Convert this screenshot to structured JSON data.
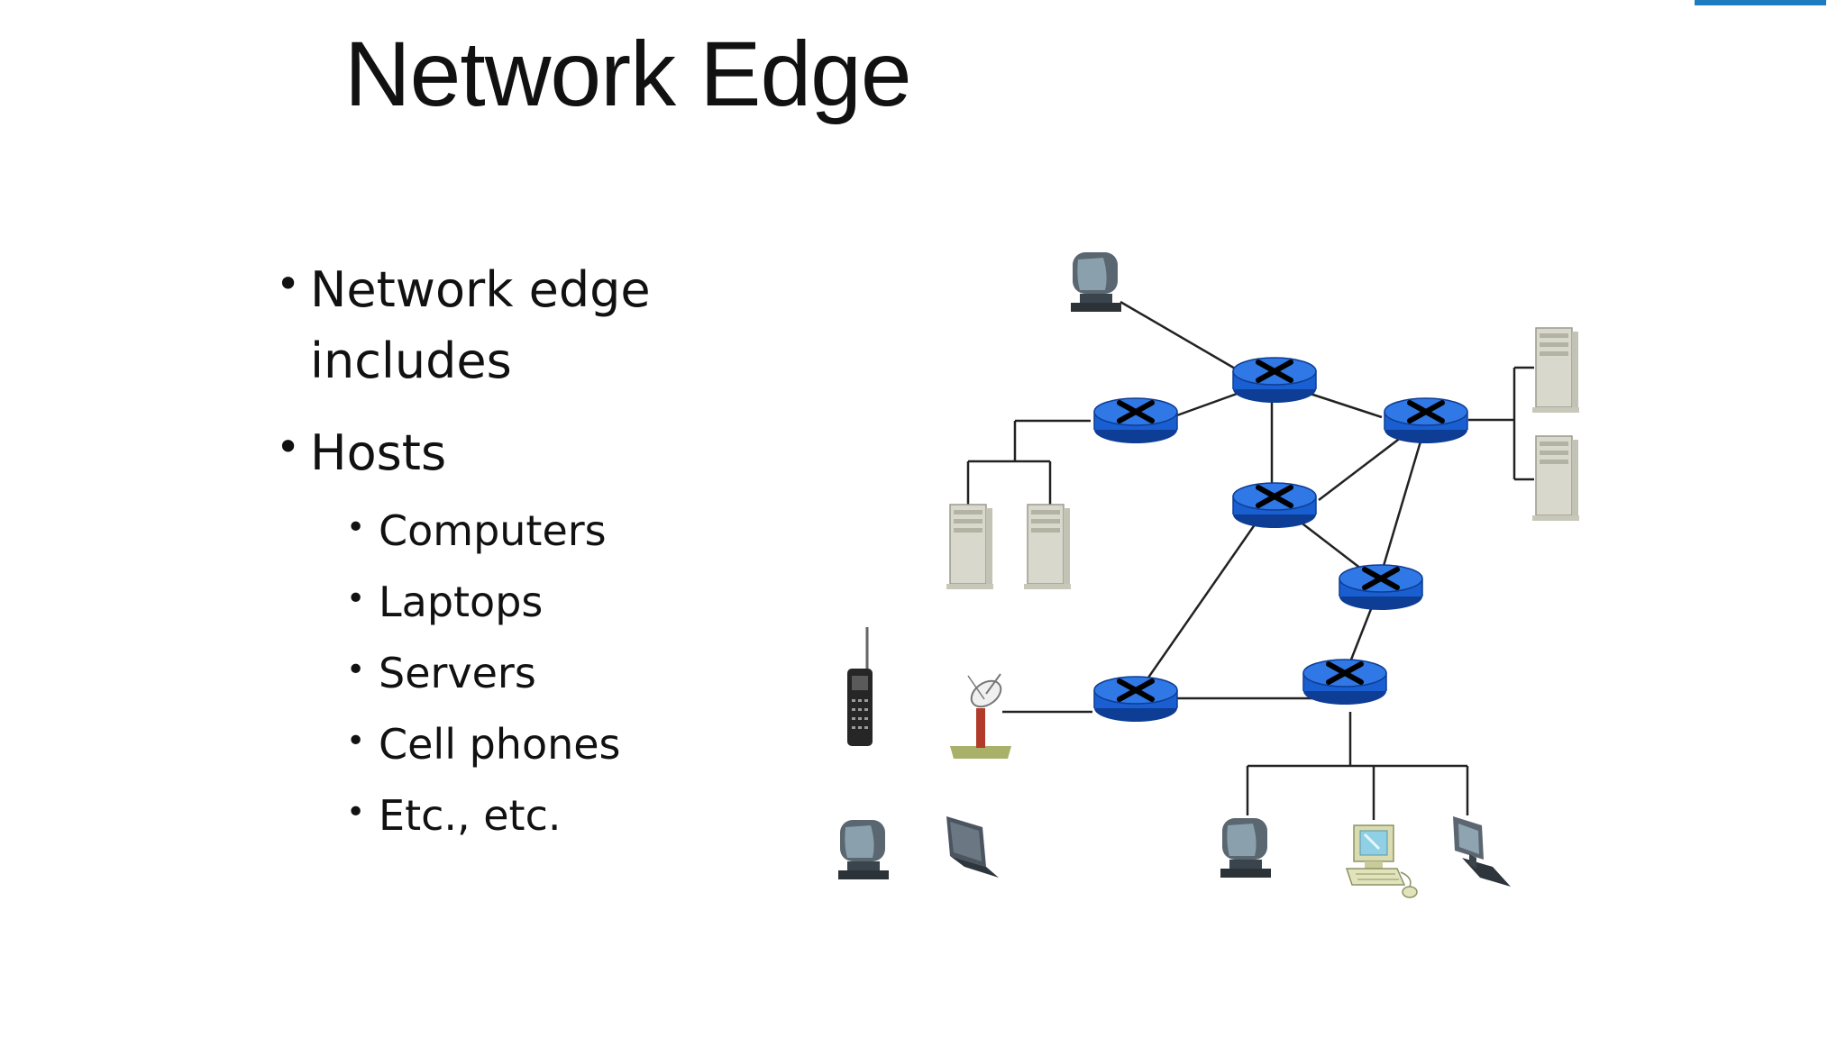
{
  "slide": {
    "title": "Network Edge",
    "bullets": [
      {
        "text": "Network edge includes"
      },
      {
        "text": "Hosts",
        "sub": [
          "Computers",
          "Laptops",
          "Servers",
          "Cell phones",
          "Etc., etc."
        ]
      }
    ]
  },
  "colors": {
    "router_fill": "#1a5fd1",
    "router_dark": "#0d3d94",
    "link": "#222222",
    "accent": "#1f7bbf"
  },
  "diagram": {
    "icons": [
      "router-icon",
      "server-icon",
      "desktop-computer-icon",
      "laptop-icon",
      "cell-phone-icon",
      "satellite-dish-icon",
      "workstation-icon"
    ]
  }
}
